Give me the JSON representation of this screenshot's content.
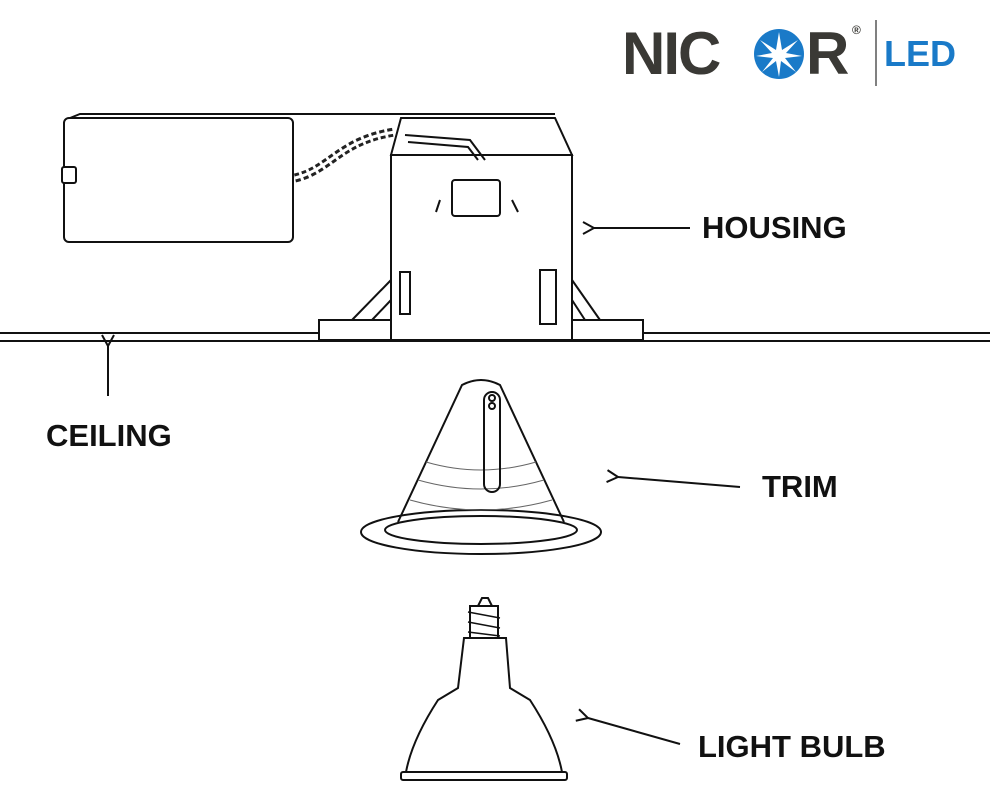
{
  "logo": {
    "brand": "NICOR",
    "registered": "®",
    "suffix": "LED",
    "brand_color": "#3a3935",
    "accent_color": "#1a7ac8"
  },
  "labels": {
    "housing": "HOUSING",
    "ceiling": "CEILING",
    "trim": "TRIM",
    "light_bulb": "LIGHT BULB"
  }
}
